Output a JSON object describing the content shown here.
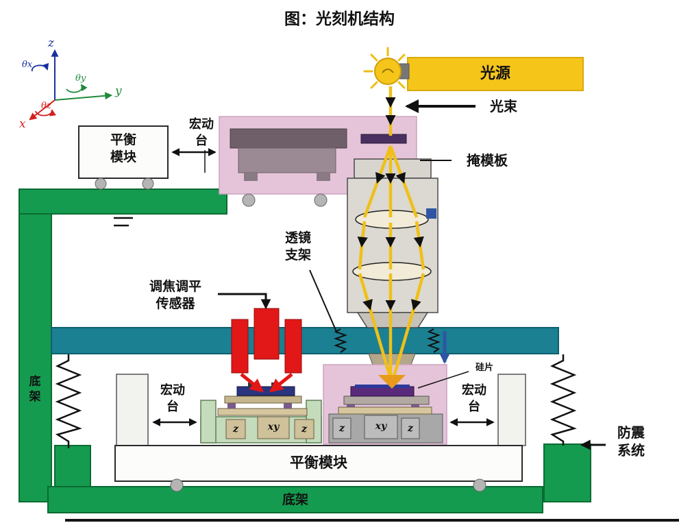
{
  "title": "图：光刻机结构",
  "axes": {
    "z": "z",
    "y": "y",
    "x": "x",
    "theta_x": "θx",
    "theta_y": "θy",
    "theta_z": "θz"
  },
  "labels": {
    "balance_module_top": "平衡\n模块",
    "macro_stage_top": "宏动\n台",
    "light_source": "光源",
    "light_beam": "光束",
    "mask": "掩模板",
    "lens_bracket": "透镜\n支架",
    "focus_sensor": "调焦调平\n传感器",
    "wafer": "硅片",
    "macro_stage_bottom_left": "宏动\n台",
    "macro_stage_bottom_right": "宏动\n台",
    "anti_vibration": "防震\n系统",
    "balance_module_bottom": "平衡模块",
    "base_frame_left": "底\n架",
    "base_frame_bottom": "底架"
  },
  "stage_axes": {
    "left": [
      "z",
      "xy",
      "z"
    ],
    "right": [
      "z",
      "xy",
      "z"
    ]
  },
  "colors": {
    "frame_green": "#149b4f",
    "beam_teal": "#1b8092",
    "light_yellow": "#f5c51a",
    "stage_pink": "#e5c4d9",
    "sensor_red": "#e21717",
    "marker_blue": "#2f55a4",
    "lens_cream": "#f1ebd7"
  }
}
